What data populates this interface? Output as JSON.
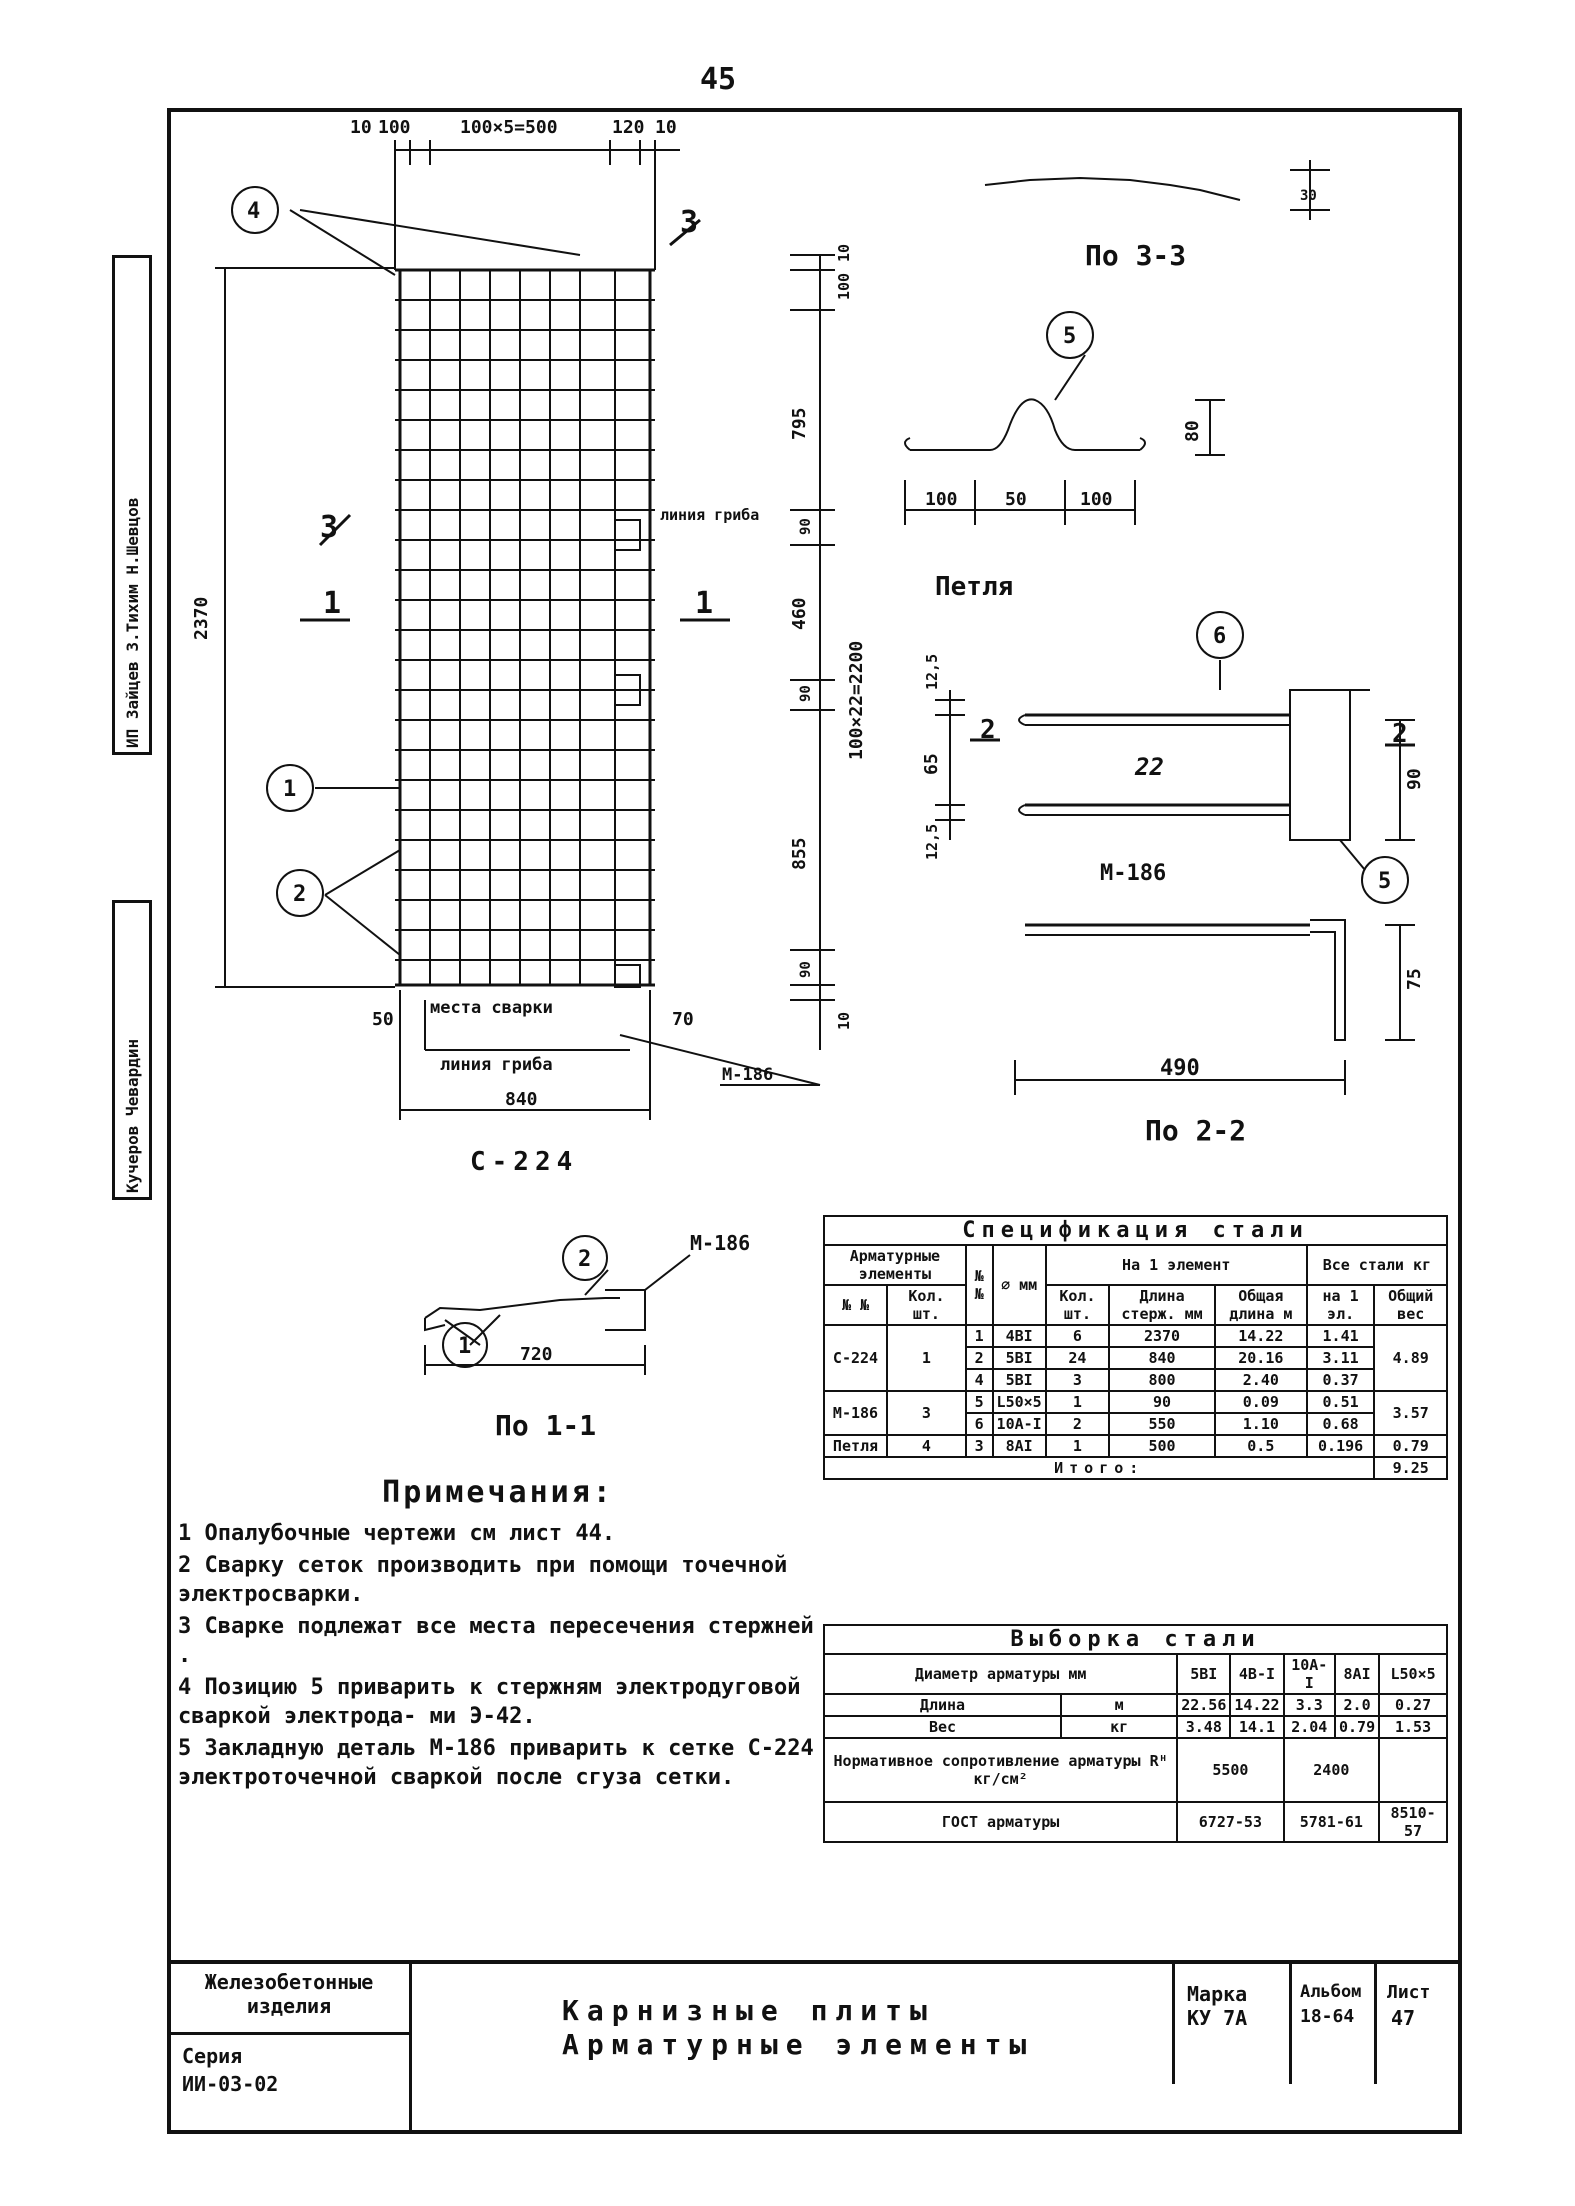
{
  "page_number": "45",
  "side_stamps": {
    "stamp_upper": "ИП Зайцев 3.Тихим Н.Шевцов",
    "stamp_lower": "Кучеров Чевардин"
  },
  "drawing": {
    "mesh_top_dim": "100×5=500",
    "mesh_top_left_a": "10",
    "mesh_top_left_b": "100",
    "mesh_top_right_a": "120",
    "mesh_top_right_b": "10",
    "height_total": "2370",
    "dim_right_top": "10",
    "dim_right_2": "100",
    "dim_right_795": "795",
    "dim_right_90a": "90",
    "dim_right_460": "460",
    "dim_right_90b": "90",
    "dim_right_2200": "100×22=2200",
    "dim_right_855": "855",
    "dim_right_90c": "90",
    "dim_right_10": "10",
    "line_bend_label": "линия гриба",
    "weld_places": "места сварки",
    "bend_line_bottom": "линия гриба",
    "m186_label": "М-186",
    "bottom_50": "50",
    "bottom_70": "70",
    "width_840": "840",
    "mesh_name": "С-224",
    "section_3": "3",
    "section_1": "1",
    "callout_1": "1",
    "callout_2": "2",
    "callout_4": "4",
    "callout_5": "5",
    "callout_6": "6",
    "view_33": "По 3-3",
    "dim_30": "30",
    "loop_100a": "100",
    "loop_50": "50",
    "loop_100b": "100",
    "loop_dim_80": "80",
    "loop_label": "Петля",
    "det_125a": "12,5",
    "det_65": "65",
    "det_125b": "12,5",
    "det_22": "22",
    "det_section2": "2",
    "det_90": "90",
    "det_m186": "М-186",
    "det_75": "75",
    "det_490": "490",
    "view_22": "По 2-2",
    "sec11_m186": "М-186",
    "sec11_dim": "720",
    "view_11": "По 1-1"
  },
  "spec": {
    "title": "Спецификация стали",
    "h_elements": "Арматурные элементы",
    "h_pos": "№ №",
    "h_mark": "№ №",
    "h_qty": "Кол. шт.",
    "h_diam": "⌀ мм",
    "h_per_element": "На 1 элемент",
    "h_qty2": "Кол. шт.",
    "h_len_bar": "Длина стерж. мм",
    "h_total_len": "Общая длина м",
    "h_all_steel": "Все стали кг",
    "h_per_el": "на 1 эл.",
    "h_total_weight": "Общий вес",
    "rows": [
      {
        "mark": "С-224",
        "qty": "1",
        "pos": "1",
        "diam": "4ВI",
        "n": "6",
        "len": "2370",
        "total": "14.22",
        "w": "1.41",
        "tw": "4.89"
      },
      {
        "mark": "",
        "qty": "",
        "pos": "2",
        "diam": "5ВI",
        "n": "24",
        "len": "840",
        "total": "20.16",
        "w": "3.11",
        "tw": ""
      },
      {
        "mark": "",
        "qty": "",
        "pos": "4",
        "diam": "5ВI",
        "n": "3",
        "len": "800",
        "total": "2.40",
        "w": "0.37",
        "tw": ""
      },
      {
        "mark": "М-186",
        "qty": "3",
        "pos": "5",
        "diam": "L50×5",
        "n": "1",
        "len": "90",
        "total": "0.09",
        "w": "0.51",
        "tw": "3.57"
      },
      {
        "mark": "",
        "qty": "",
        "pos": "6",
        "diam": "10А-I",
        "n": "2",
        "len": "550",
        "total": "1.10",
        "w": "0.68",
        "tw": ""
      },
      {
        "mark": "Петля",
        "qty": "4",
        "pos": "3",
        "diam": "8АI",
        "n": "1",
        "len": "500",
        "total": "0.5",
        "w": "0.196",
        "tw": "0.79"
      }
    ],
    "total_label": "Итого:",
    "total_value": "9.25"
  },
  "selection": {
    "title": "Выборка стали",
    "h_diam": "Диаметр арматуры мм",
    "c1": "5ВI",
    "c2": "4В-I",
    "c3": "10А-I",
    "c4": "8АI",
    "c5": "L50×5",
    "len_label": "Длина",
    "len_unit": "м",
    "len_vals": [
      "22.56",
      "14.22",
      "3.3",
      "2.0",
      "0.27"
    ],
    "w_label": "Вес",
    "w_unit": "кг",
    "w_vals": [
      "3.48",
      "14.1",
      "2.04",
      "0.79",
      "1.53"
    ],
    "norm_label": "Нормативное сопротивление арматуры Rᴴ кг/см²",
    "norm_a": "5500",
    "norm_b": "2400",
    "gost_label": "ГОСТ арматуры",
    "gost_a": "6727-53",
    "gost_b": "5781-61",
    "gost_c": "8510-57"
  },
  "notes": {
    "heading": "Примечания:",
    "items": [
      "1 Опалубочные чертежи см лист 44.",
      "2 Сварку сеток производить при помощи точечной электросварки.",
      "3 Сварке подлежат все места пересечения стержней .",
      "4 Позицию 5 приварить к стержням электродуговой сваркой электрода- ми Э-42.",
      "5 Закладную деталь М-186 приварить к сетке С-224 электроточечной сваркой после сгуза сетки."
    ]
  },
  "title_block": {
    "org": "Железобетонные изделия",
    "series_label": "Серия",
    "series": "ИИ-03-02",
    "title_line1": "Карнизные плиты",
    "title_line2": "Арматурные элементы",
    "mark_label": "Марка",
    "mark": "КУ 7А",
    "album_label": "Альбом",
    "album": "18-64",
    "sheet_label": "Лист",
    "sheet": "47"
  }
}
